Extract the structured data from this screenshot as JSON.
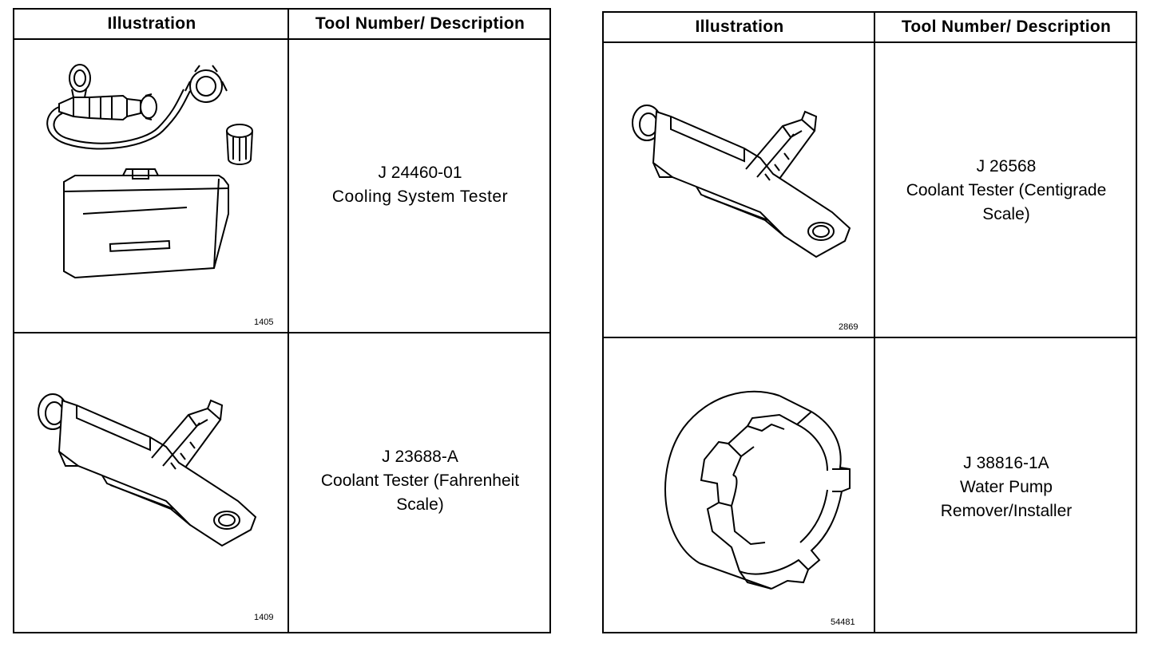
{
  "headers": {
    "illustration": "Illustration",
    "description": "Tool Number/ Description"
  },
  "left_table": {
    "rows": [
      {
        "tool_number": "J 24460-01",
        "description": [
          "Cooling System Tester"
        ],
        "figure_number": "1405",
        "icon": "cooling-system-tester-icon"
      },
      {
        "tool_number": "J 23688-A",
        "description": [
          "Coolant Tester (Fahrenheit",
          "Scale)"
        ],
        "figure_number": "1409",
        "icon": "coolant-tester-icon"
      }
    ]
  },
  "right_table": {
    "rows": [
      {
        "tool_number": "J 26568",
        "description": [
          "Coolant Tester (Centigrade",
          "Scale)"
        ],
        "figure_number": "2869",
        "icon": "coolant-tester-icon"
      },
      {
        "tool_number": "J 38816-1A",
        "description": [
          "Water Pump",
          "Remover/Installer"
        ],
        "figure_number": "54481",
        "icon": "water-pump-tool-icon"
      }
    ]
  }
}
